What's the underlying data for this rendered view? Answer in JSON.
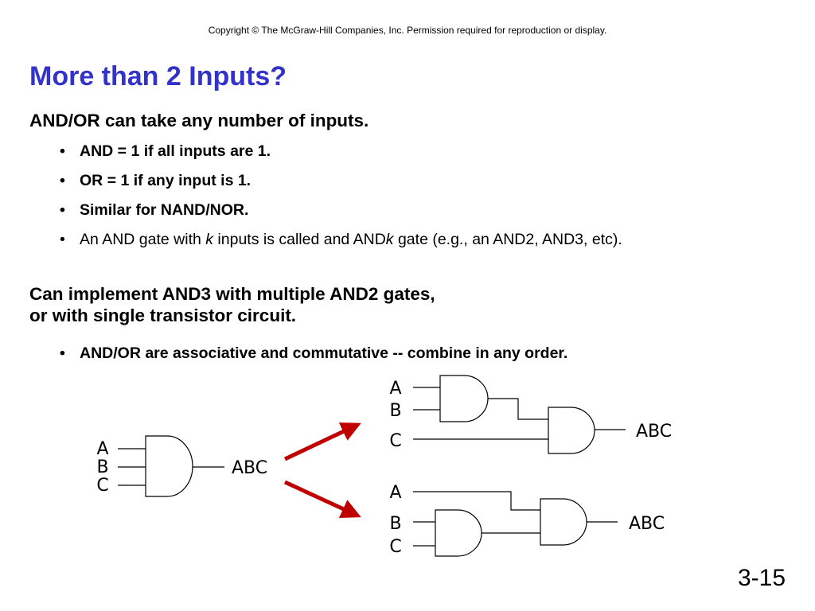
{
  "copyright": "Copyright © The McGraw-Hill Companies, Inc.  Permission required for reproduction or display.",
  "title": "More than 2 Inputs?",
  "point1": "AND/OR can take any number of inputs.",
  "bullets1": [
    "AND = 1 if all inputs are 1.",
    "OR = 1 if any input is 1.",
    "Similar for NAND/NOR."
  ],
  "bullet4": {
    "part1": "An AND gate with ",
    "k1": "k",
    "part2": " inputs is called and AND",
    "k2": "k",
    "part3": " gate (e.g., an AND2, AND3, etc)."
  },
  "point2_line1": "Can implement AND3 with multiple AND2 gates,",
  "point2_line2": "or with single transistor circuit.",
  "bullet5": "AND/OR are associative and commutative -- combine in any order.",
  "diagram": {
    "left": {
      "inputs": [
        "A",
        "B",
        "C"
      ],
      "output": "ABC"
    },
    "top_right": {
      "inputs": [
        "A",
        "B",
        "C"
      ],
      "output": "ABC"
    },
    "bottom_right": {
      "inputs": [
        "A",
        "B",
        "C"
      ],
      "output": "ABC"
    },
    "arrow_color": "#c00000"
  },
  "page_number": "3-15"
}
